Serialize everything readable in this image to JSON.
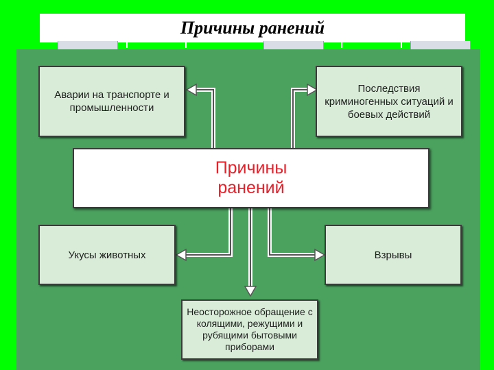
{
  "slide": {
    "title": "Причины ранений"
  },
  "diagram": {
    "center": "Причины ранений",
    "causes": {
      "transport": "Аварии на транспорте и промышленности",
      "criminal": "Последствия криминогенных ситуаций и боевых действий",
      "animals": "Укусы животных",
      "explosions": "Взрывы",
      "tools": "Неосторожное обращение с колящими, режущими и рубящими бытовыми приборами"
    }
  },
  "colors": {
    "background": "#00ff00",
    "panel": "#4aa25e",
    "box": "#d8ecd8",
    "accent": "#e8202a"
  }
}
